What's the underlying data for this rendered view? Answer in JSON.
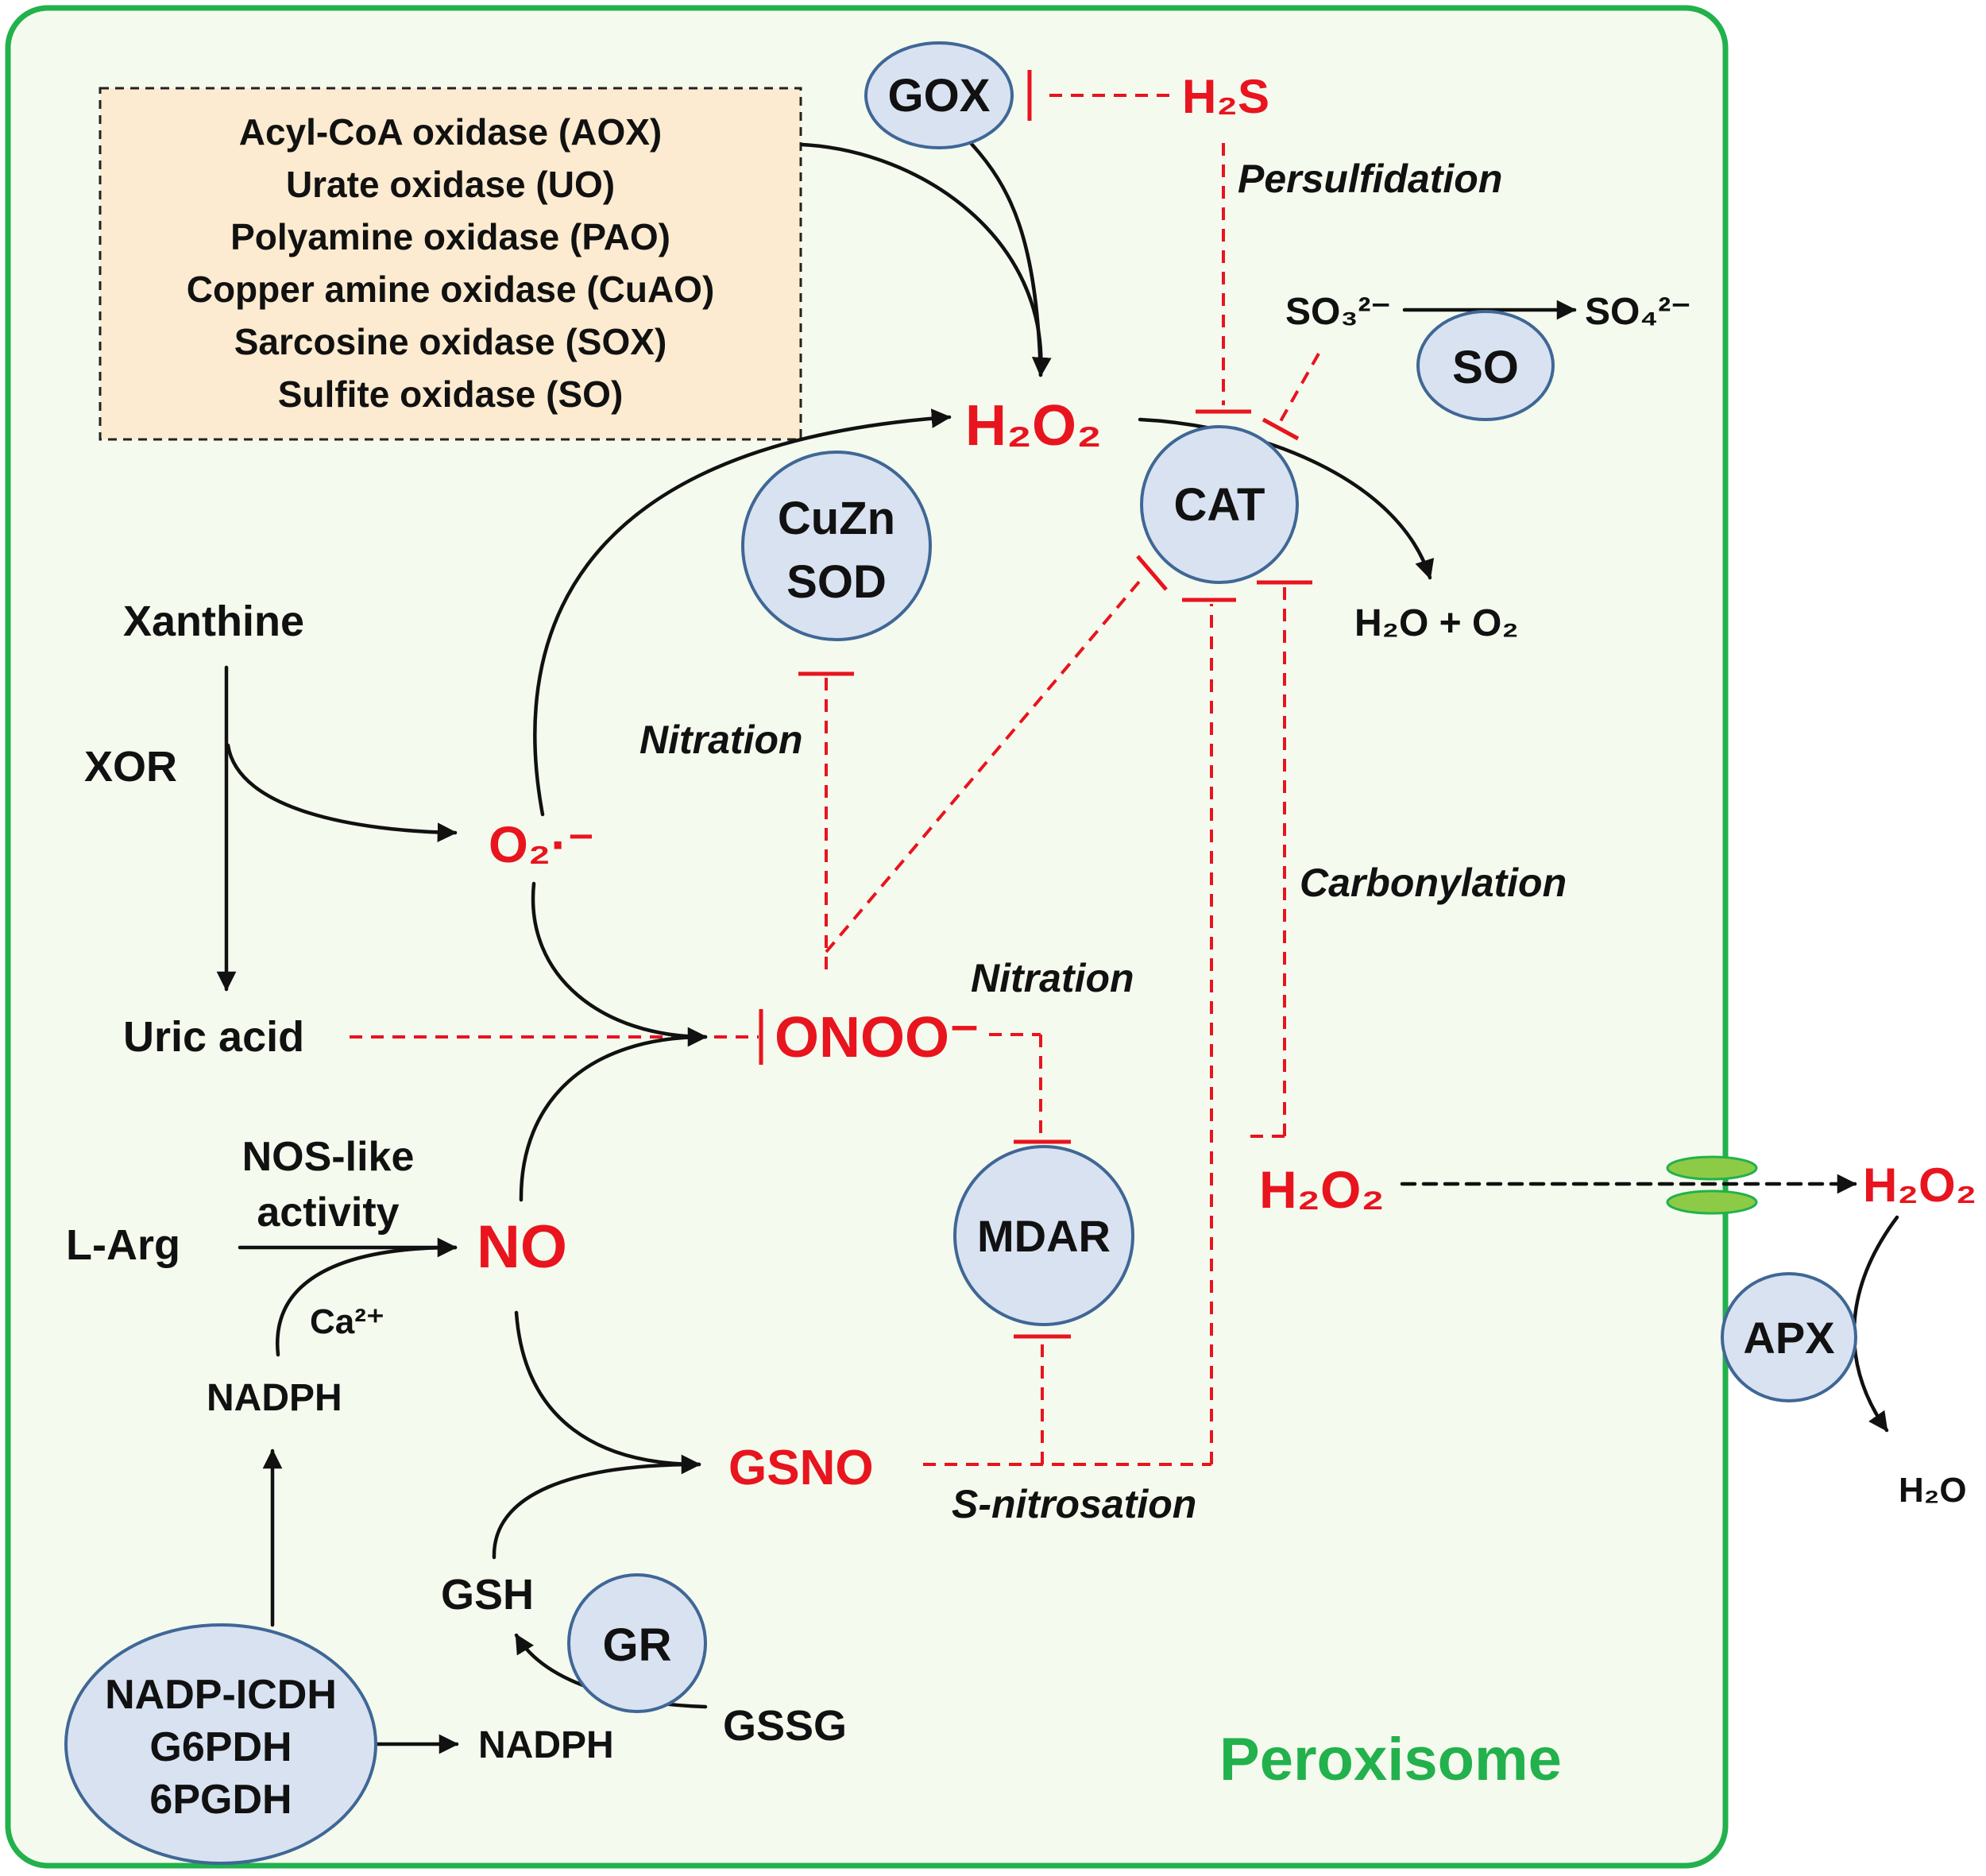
{
  "colors": {
    "membrane": "#22B14C",
    "background": "#F5FAEE",
    "red": "#E8141E",
    "black": "#111111",
    "enzyme_fill": "#D9E2F1",
    "enzyme_stroke": "#3F6796",
    "box_fill": "#FCEBD0",
    "channel": "#8DCB47"
  },
  "compartment": {
    "label": "Peroxisome"
  },
  "oxidase_box": {
    "items": [
      "Acyl-CoA oxidase (AOX)",
      "Urate oxidase (UO)",
      "Polyamine oxidase (PAO)",
      "Copper amine oxidase (CuAO)",
      "Sarcosine oxidase (SOX)",
      "Sulfite oxidase (SO)"
    ]
  },
  "enzymes": {
    "gox": "GOX",
    "cuzn_sod": [
      "CuZn",
      "SOD"
    ],
    "cat": "CAT",
    "so": "SO",
    "mdar": "MDAR",
    "gr": "GR",
    "apx": "APX",
    "nadp_dh": [
      "NADP-ICDH",
      "G6PDH",
      "6PGDH"
    ]
  },
  "metabolites": {
    "h2s": "H₂S",
    "h2o2_main": "H₂O₂",
    "h2o2_lower": "H₂O₂",
    "h2o2_cytosol": "H₂O₂",
    "so3": "SO₃²⁻",
    "so4": "SO₄²⁻",
    "h2o_o2": "H₂O + O₂",
    "xanthine": "Xanthine",
    "xor": "XOR",
    "superoxide": "O₂·⁻",
    "uric_acid": "Uric acid",
    "onoo": "ONOO⁻",
    "nos_like_1": "NOS-like",
    "nos_like_2": "activity",
    "l_arg": "L-Arg",
    "no": "NO",
    "ca": "Ca²⁺",
    "nadph_upper": "NADPH",
    "nadph_lower": "NADPH",
    "gsno": "GSNO",
    "gsh": "GSH",
    "gssg": "GSSG",
    "h2o_cytosol": "H₂O"
  },
  "modifications": {
    "persulfidation": "Persulfidation",
    "nitration_sod": "Nitration",
    "nitration_mdar": "Nitration",
    "carbonylation": "Carbonylation",
    "s_nitrosation": "S-nitrosation"
  }
}
